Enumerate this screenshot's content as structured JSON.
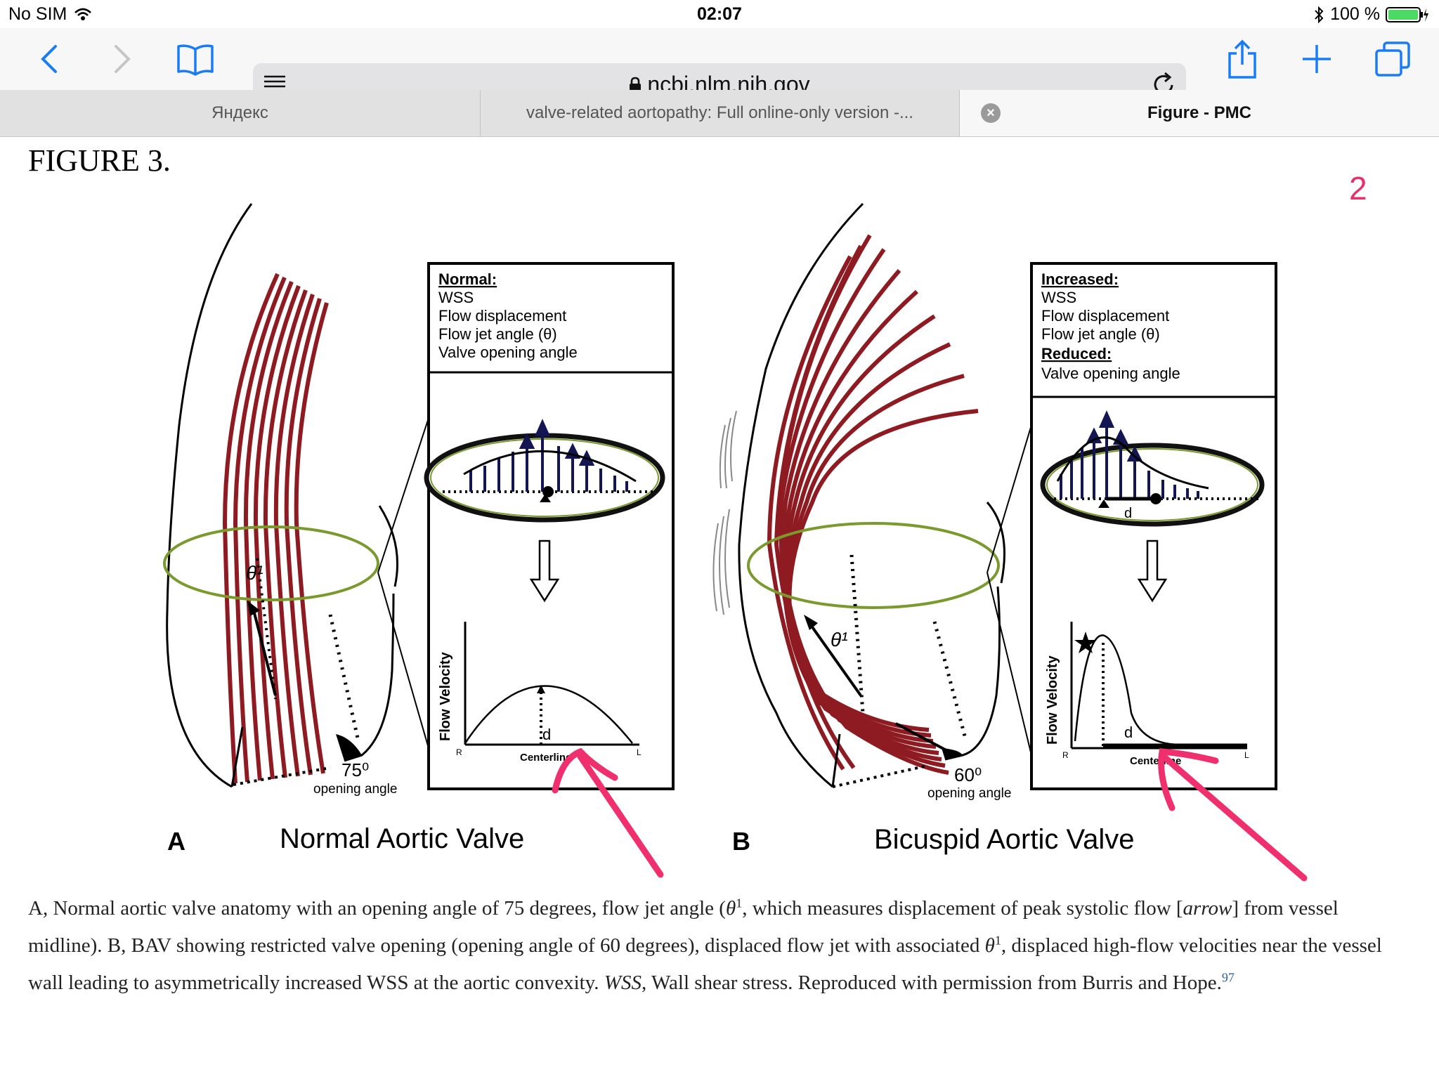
{
  "status": {
    "carrier": "No SIM",
    "time": "02:07",
    "battery": "100 %"
  },
  "url": {
    "host": "ncbi.nlm.nih.gov"
  },
  "tabs": [
    {
      "label": "Яндекс"
    },
    {
      "label": "valve-related aortopathy: Full online-only version -..."
    },
    {
      "label": "Figure - PMC"
    }
  ],
  "figure": {
    "title": "FIGURE 3.",
    "page_number": "2",
    "panelA": {
      "letter": "A",
      "name": "Normal Aortic Valve",
      "box_title": "Normal:",
      "box_lines": [
        "WSS",
        "Flow displacement",
        "Flow jet angle (θ)",
        "Valve opening angle"
      ],
      "angle": "75⁰",
      "angle_caption": "opening angle",
      "theta": "θ¹",
      "ylabel": "Flow Velocity",
      "x_left": "R",
      "x_right": "L",
      "x_label": "Centerline",
      "d": "d"
    },
    "panelB": {
      "letter": "B",
      "name": "Bicuspid Aortic Valve",
      "box_title": "Increased:",
      "box_lines": [
        "WSS",
        "Flow displacement",
        "Flow jet angle (θ)"
      ],
      "box_title2": "Reduced:",
      "box_lines2": [
        "Valve opening angle"
      ],
      "angle": "60⁰",
      "angle_caption": "opening angle",
      "theta": "θ¹",
      "ylabel": "Flow Velocity",
      "x_left": "R",
      "x_right": "L",
      "x_label": "Centerline",
      "d": "d"
    }
  },
  "caption": {
    "p1": "A, Normal aortic valve anatomy with an opening angle of 75 degrees, flow jet angle (",
    "theta": "θ",
    "sup1": "1",
    "p2": ", which measures displacement of peak systolic flow [",
    "arrow": "arrow",
    "p3": "] from vessel midline). B, BAV showing restricted valve opening (opening angle of 60 degrees), displaced flow jet with associated ",
    "sup2": "1",
    "p4": ", displaced high-flow velocities near the vessel wall leading to asymmetrically increased WSS at the aortic convexity. ",
    "wss": "WSS",
    "p5": ", Wall shear stress. Reproduced with permission from Burris and Hope.",
    "ref": "97"
  },
  "colors": {
    "accent": "#1a7cf5",
    "streamline": "#8e1b22",
    "ellipse": "#7a9a2e",
    "arrow": "#141654",
    "annotation": "#f0306e"
  }
}
